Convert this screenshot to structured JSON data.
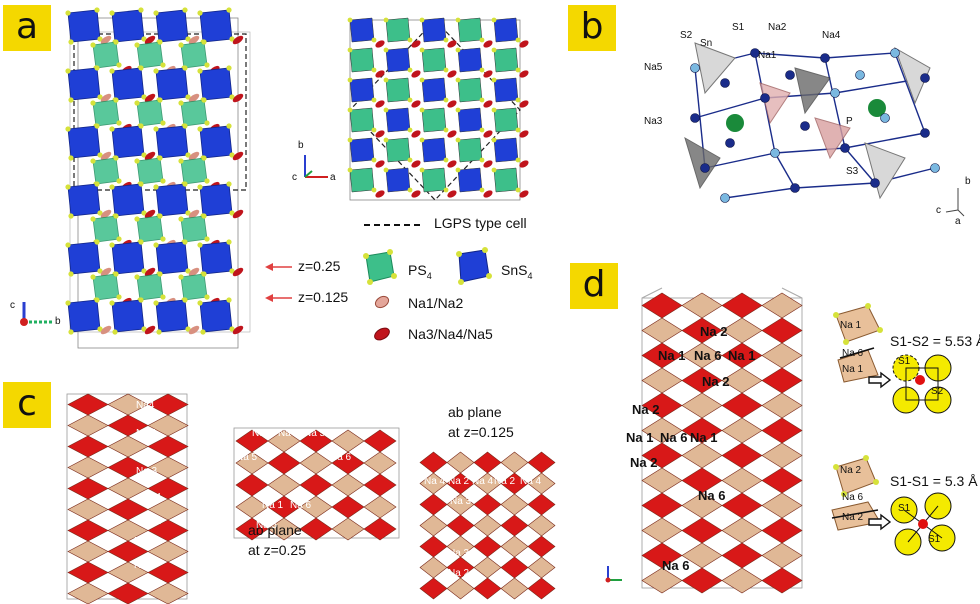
{
  "panels": {
    "a": {
      "tag": "a",
      "axis": {
        "c": "c",
        "b": "b",
        "a": "a"
      },
      "z_markers": [
        "z=0.25",
        "z=0.125"
      ],
      "legend": {
        "lgps_cell": "LGPS type cell",
        "ps4": "PS",
        "ps4_sub": "4",
        "sns4": "SnS",
        "sns4_sub": "4",
        "na12": "Na1/Na2",
        "na345": "Na3/Na4/Na5"
      },
      "colors": {
        "ps4": "#3dbf8a",
        "sns4": "#1f3fd6",
        "na": "#c0141c",
        "s": "#d6e23a"
      }
    },
    "b": {
      "tag": "b",
      "labels": [
        "S2",
        "Sn",
        "S1",
        "Na2",
        "Na4",
        "Na1",
        "Na5",
        "Na3",
        "P",
        "S3"
      ],
      "axis": {
        "b": "b",
        "c": "c",
        "a": "a"
      }
    },
    "c": {
      "tag": "c",
      "left_labels": [
        "Na4",
        "Na 1",
        "Na 3",
        "Na 4",
        "Na 1",
        "Na 3",
        "Na 1",
        "Na 4"
      ],
      "mid_labels": [
        "Na 5",
        "Na 1",
        "Na 5",
        "Na 5",
        "Na 6",
        "Na 5",
        "Na 1",
        "Na 6",
        "Na 5"
      ],
      "right_labels": [
        "Na 4",
        "Na 2",
        "Na 4",
        "Na 2",
        "Na 4",
        "Na 3",
        "Na 3",
        "Na 2"
      ],
      "caption_mid": [
        "ab plane",
        "at z=0.25"
      ],
      "caption_right": [
        "ab plane",
        "at z=0.125"
      ]
    },
    "d": {
      "tag": "d",
      "labels": [
        "Na 2",
        "Na 1",
        "Na 6",
        "Na 1",
        "Na 2",
        "Na 2",
        "Na 1",
        "Na 6",
        "Na 1",
        "Na 2",
        "Na 6",
        "Na 6"
      ],
      "inset_top": {
        "a": "Na 1",
        "b": "Na 6",
        "c": "Na 1",
        "dist": "S1-S2 = 5.53 Å",
        "s1": "S1",
        "s2": "S2"
      },
      "inset_bot": {
        "a": "Na 2",
        "b": "Na 6",
        "c": "Na 2",
        "dist": "S1-S1 = 5.3 Å",
        "s1": "S1"
      }
    }
  }
}
